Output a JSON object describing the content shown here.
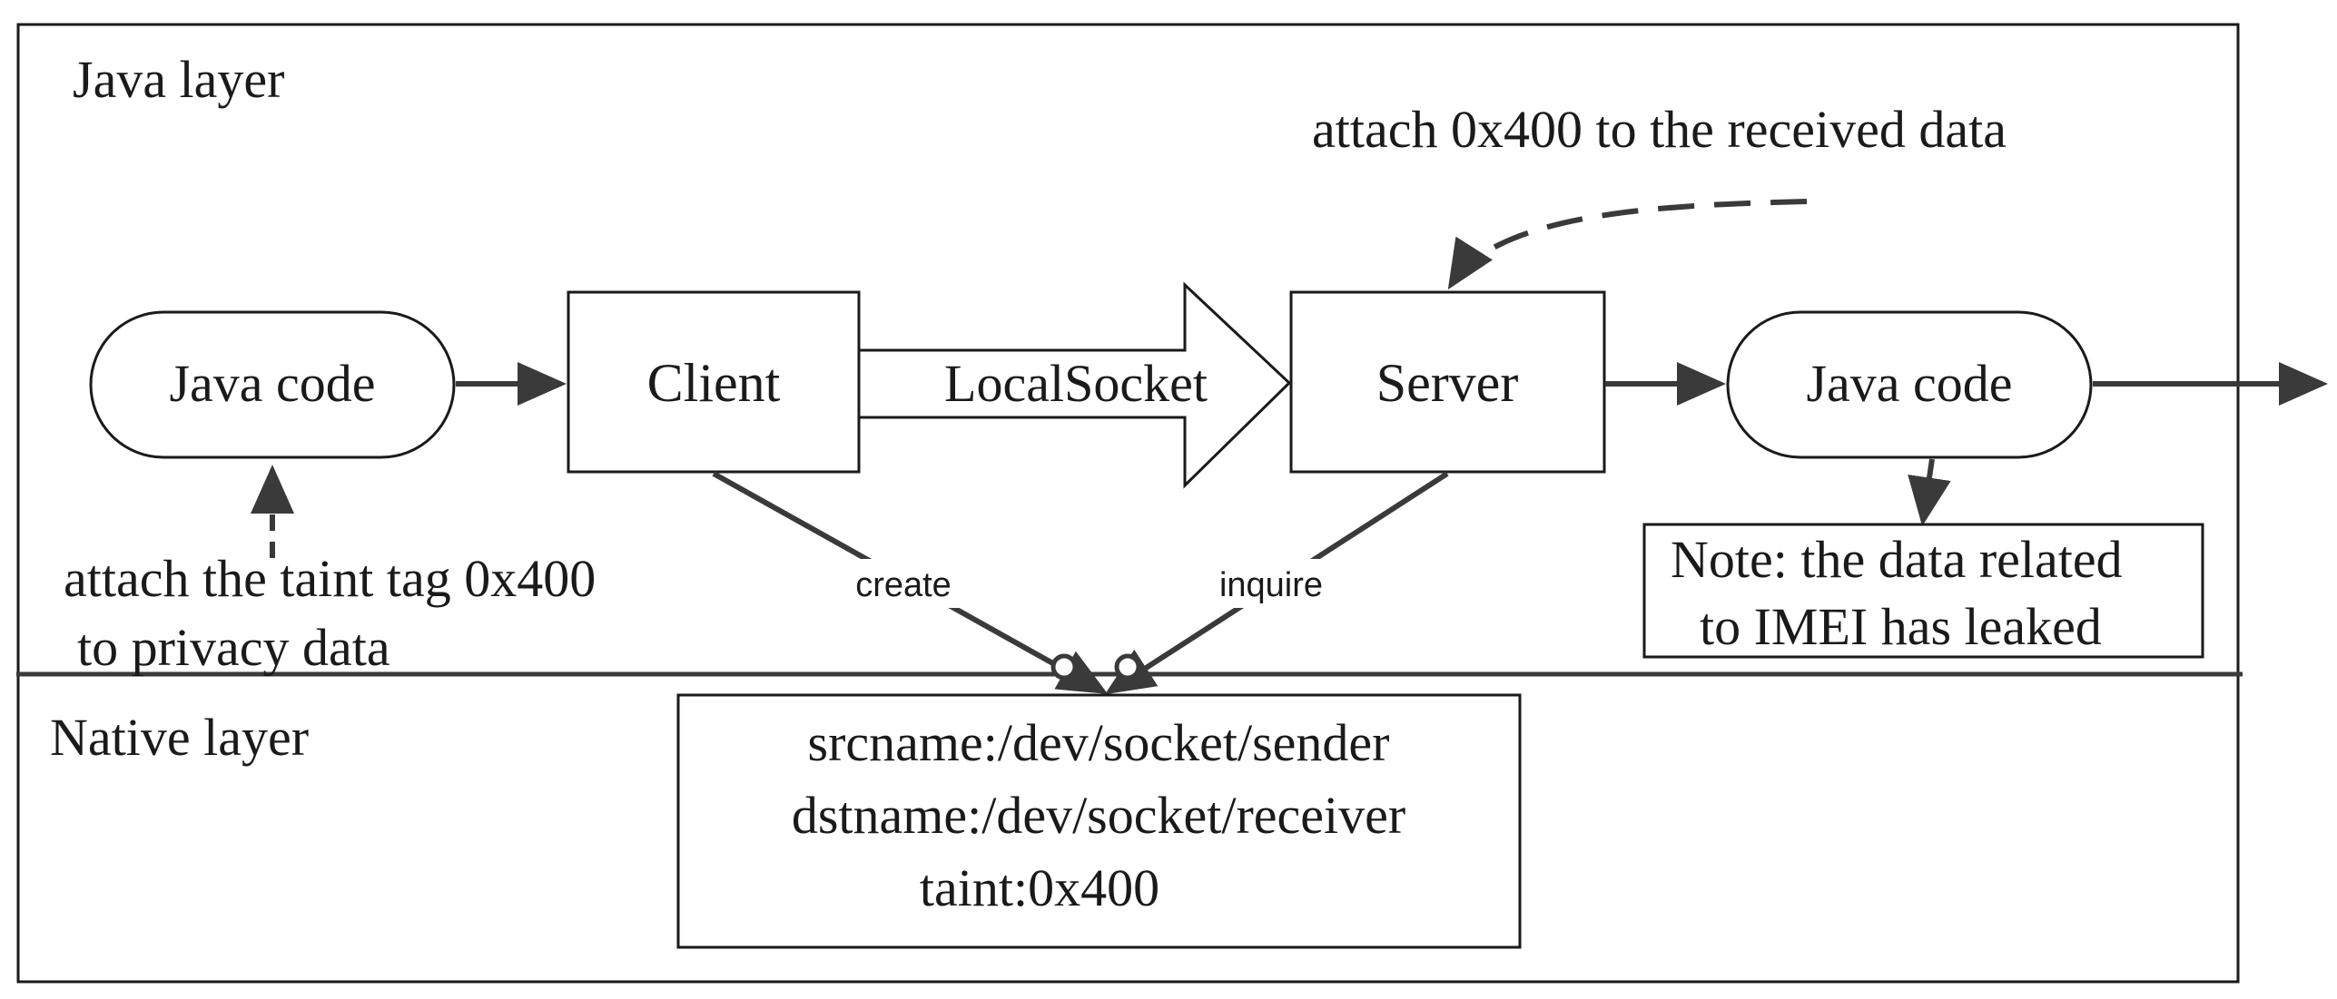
{
  "layers": {
    "java_label": "Java layer",
    "native_label": "Native layer"
  },
  "nodes": {
    "java_code_left": "Java code",
    "client": "Client",
    "local_socket": "LocalSocket",
    "server": "Server",
    "java_code_right": "Java code"
  },
  "annotations": {
    "attach_received": "attach 0x400 to the received data",
    "attach_taint_line1": "attach the taint tag 0x400",
    "attach_taint_line2": "to privacy data",
    "note_line1": "Note: the data related",
    "note_line2": "to IMEI has leaked"
  },
  "edges": {
    "create": "create",
    "inquire": "inquire"
  },
  "native_record": {
    "srcname": "srcname:/dev/socket/sender",
    "dstname": "dstname:/dev/socket/receiver",
    "taint": "taint:0x400"
  },
  "colors": {
    "stroke": "#1a1a1a",
    "arrow": "#3a3a3a",
    "background": "#ffffff"
  }
}
